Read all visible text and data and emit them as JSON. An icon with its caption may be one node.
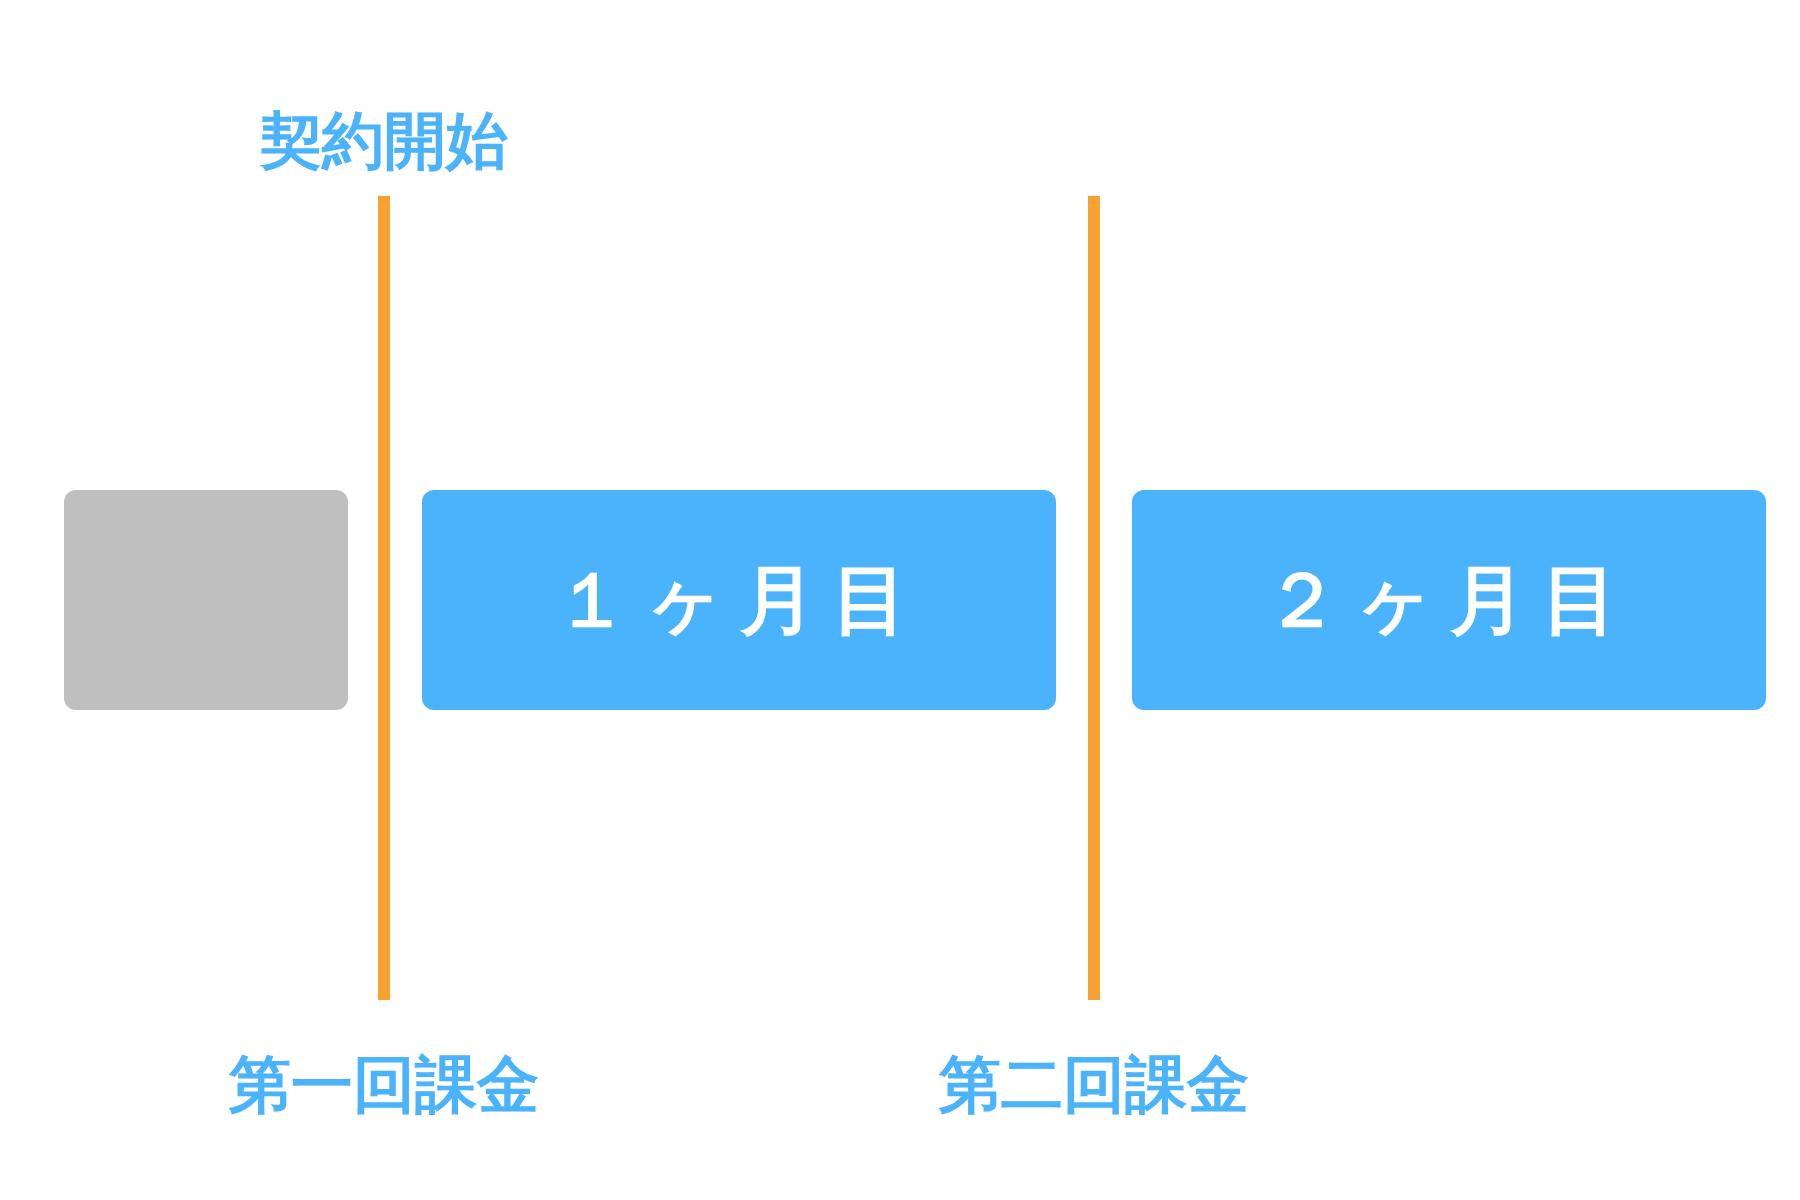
{
  "diagram": {
    "nodes": [
      {
        "text": [],
        "shape": "box"
      },
      {
        "text": [
          "１ヶ月目"
        ]
      },
      {
        "text": [
          "２ヶ月目"
        ]
      }
    ],
    "labels": [
      "契約開始",
      "第一回課金",
      "第二回課金"
    ]
  }
}
